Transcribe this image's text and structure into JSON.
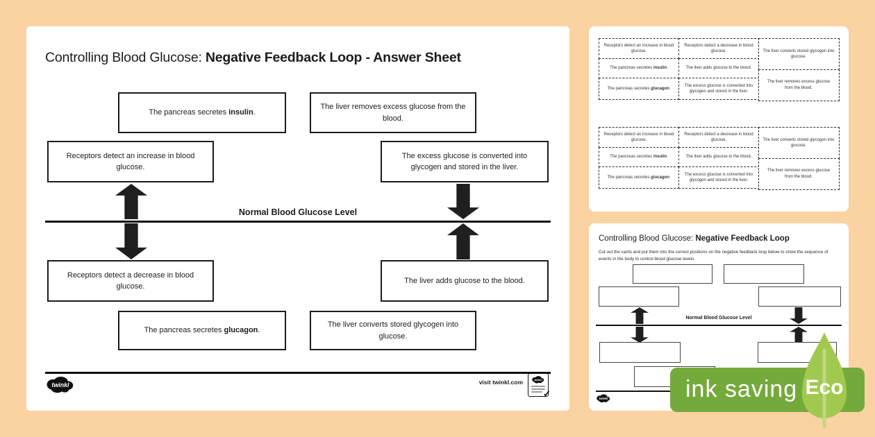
{
  "colors": {
    "background": "#fbd2a2",
    "ink": "#1c1c1c",
    "eco_banner_green": "#74aa3c",
    "eco_leaf_green": "#a2c94f",
    "eco_stem_green": "#bed983"
  },
  "answer_sheet": {
    "title": {
      "regular": "Controlling Blood Glucose: ",
      "bold": "Negative Feedback Loop - Answer Sheet"
    },
    "axis_label": "Normal Blood Glucose Level",
    "boxes": {
      "pancreas_insulin": {
        "pre": "The pancreas secretes ",
        "bold": "insulin",
        "post": "."
      },
      "liver_removes": {
        "pre": "The liver removes excess glucose from the blood."
      },
      "receptors_increase": {
        "pre": "Receptors detect an increase in blood glucose."
      },
      "excess_converted": {
        "pre": "The excess glucose is converted into glycogen and stored in the liver."
      },
      "receptors_decrease": {
        "pre": "Receptors detect a decrease in blood glucose."
      },
      "liver_adds": {
        "pre": "The liver adds glucose to the blood."
      },
      "pancreas_glucagon": {
        "pre": "The pancreas secretes ",
        "bold": "glucagon",
        "post": "."
      },
      "liver_converts": {
        "pre": "The liver converts stored glycogen into glucose."
      }
    },
    "footer": {
      "logo": "twinkl",
      "visit": "visit twinkl.com"
    }
  },
  "cards_page": {
    "cards": [
      {
        "pre": "Receptors detect an increase in blood glucose."
      },
      {
        "pre": "Receptors detect a decrease in blood glucose."
      },
      {
        "pre": "The liver converts stored glycogen into glucose."
      },
      {
        "pre": "The pancreas secretes ",
        "bold": "insulin",
        "post": "."
      },
      {
        "pre": "The liver adds glucose to the blood."
      },
      {
        "pre": "The liver removes excess glucose from the blood."
      },
      {
        "pre": "The pancreas secretes ",
        "bold": "glucagon",
        "post": "."
      },
      {
        "pre": "The excess glucose is converted into glycogen and stored in the liver."
      }
    ]
  },
  "worksheet_page": {
    "title": {
      "regular": "Controlling Blood Glucose: ",
      "bold": "Negative Feedback Loop"
    },
    "instructions": "Cut out the cards and put them into the correct positions on the negative feedback loop below to show the sequence of events in the body to control blood glucose levels.",
    "axis_label": "Normal Blood Glucose Level",
    "footer": {
      "logo": "twinkl"
    }
  },
  "eco_badge": {
    "label": "ink saving",
    "eco": "Eco"
  }
}
